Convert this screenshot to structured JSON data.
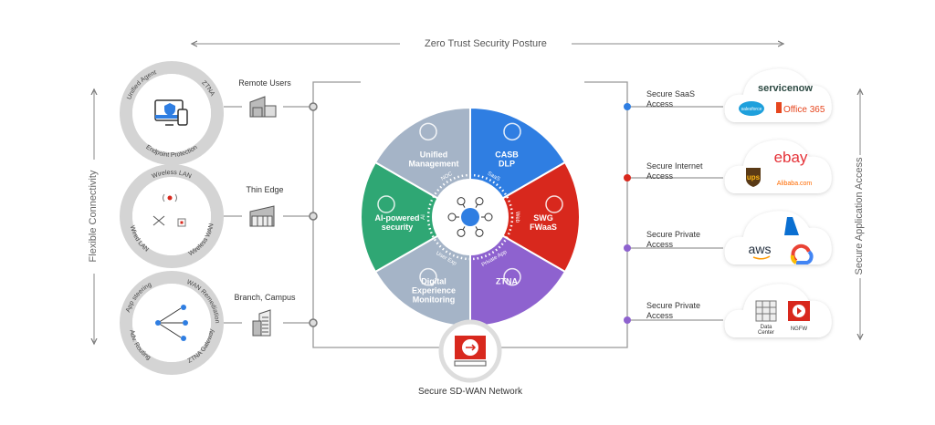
{
  "top_axis": {
    "label": "Zero Trust Security Posture"
  },
  "left_axis": {
    "label": "Flexible Connectivity"
  },
  "right_axis": {
    "label": "Secure Application Access"
  },
  "left_circles": [
    {
      "labels": [
        "Unified Agent",
        "ZTNA",
        "Endpoint Protection"
      ],
      "site": "Remote Users",
      "icon": "endpoint-devices-icon"
    },
    {
      "labels": [
        "Wireless LAN",
        "Wired LAN",
        "Wireless WAN"
      ],
      "site": "Thin Edge",
      "icon": "network-access-icon"
    },
    {
      "labels": [
        "App steering",
        "WAN Remediation",
        "Adv. Routing",
        "ZTNA Gateway"
      ],
      "site": "Branch, Campus",
      "icon": "routing-icon"
    }
  ],
  "wheel": {
    "segments": [
      {
        "label": "CASB\nDLP",
        "color": "#2f7ee2",
        "icon": "lock-gear-icon"
      },
      {
        "label": "SWG\nFWaaS",
        "color": "#d8281d",
        "icon": "fire-network-icon"
      },
      {
        "label": "ZTNA",
        "color": "#8e62cf",
        "icon": "gear-user-icon"
      },
      {
        "label": "Digital\nExperience\nMonitoring",
        "color": "#a5b4c7",
        "icon": "waveform-icon"
      },
      {
        "label": "AI-powered\nsecurity",
        "color": "#2fa774",
        "icon": "shield-chip-icon"
      },
      {
        "label": "Unified\nManagement",
        "color": "#a5b4c7",
        "icon": "cloud-clipboard-icon"
      }
    ],
    "ring_labels": [
      "SaaS",
      "Web",
      "Private App",
      "User Exp",
      "AI",
      "NOC"
    ],
    "center_icon": "cloud-hub-icon"
  },
  "bottom": {
    "label": "Secure SD-WAN Network",
    "icon": "sdwan-appliance-icon"
  },
  "access": [
    {
      "label": "Secure SaaS\nAccess",
      "dot_color": "#2f7ee2",
      "apps": [
        "servicenow",
        "salesforce",
        "Office 365"
      ]
    },
    {
      "label": "Secure Internet\nAccess",
      "dot_color": "#d8281d",
      "apps": [
        "ebay",
        "ups",
        "Alibaba.com"
      ]
    },
    {
      "label": "Secure Private\nAccess",
      "dot_color": "#8e62cf",
      "apps": [
        "aws"
      ],
      "logo_icons": [
        "azure-icon",
        "google-cloud-icon"
      ]
    },
    {
      "label": "Secure Private\nAccess",
      "dot_color": "#8e62cf",
      "apps": [
        "Data\nCenter",
        "NGFW"
      ]
    }
  ]
}
